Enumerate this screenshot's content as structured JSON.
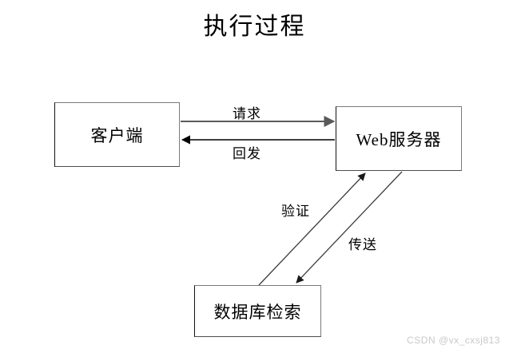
{
  "diagram": {
    "title": "执行过程",
    "nodes": [
      {
        "id": "client",
        "label": "客户端"
      },
      {
        "id": "webserver",
        "label": "Web服务器"
      },
      {
        "id": "database",
        "label": "数据库检索"
      }
    ],
    "edges": [
      {
        "id": "request",
        "label": "请求",
        "from": "client",
        "to": "webserver",
        "direction": "right",
        "color": "#5a5a5a"
      },
      {
        "id": "postback",
        "label": "回发",
        "from": "webserver",
        "to": "client",
        "direction": "left",
        "color": "#000000"
      },
      {
        "id": "verify",
        "label": "验证",
        "from": "database",
        "to": "webserver",
        "direction": "up-right",
        "color": "#3c3c3c"
      },
      {
        "id": "transmit",
        "label": "传送",
        "from": "webserver",
        "to": "database",
        "direction": "down-left",
        "color": "#3c3c3c"
      }
    ]
  },
  "watermark": {
    "text": "CSDN @vx_cxsj813"
  },
  "colors": {
    "background": "#ffffff",
    "text": "#000000",
    "box_border": "#7a7a7a",
    "arrow_gray": "#5a5a5a",
    "arrow_black": "#000000",
    "watermark": "#c9c9c9"
  }
}
